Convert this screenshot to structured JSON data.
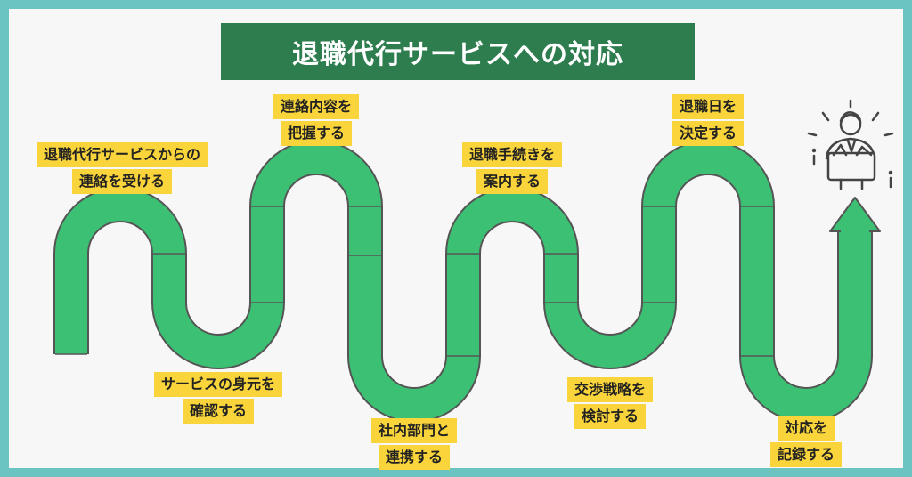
{
  "title": "退職代行サービスへの対応",
  "colors": {
    "border": "#6cc4c0",
    "background": "#f7f7f7",
    "title_bg": "#2e7d4f",
    "path_fill": "#3cc174",
    "path_stroke": "#555555",
    "label_bg": "#f9d43b"
  },
  "steps": [
    {
      "line1": "退職代行サービスからの",
      "line2": "連絡を受ける"
    },
    {
      "line1": "サービスの身元を",
      "line2": "確認する"
    },
    {
      "line1": "連絡内容を",
      "line2": "把握する"
    },
    {
      "line1": "社内部門と",
      "line2": "連携する"
    },
    {
      "line1": "退職手続きを",
      "line2": "案内する"
    },
    {
      "line1": "交渉戦略を",
      "line2": "検討する"
    },
    {
      "line1": "退職日を",
      "line2": "決定する"
    },
    {
      "line1": "対応を",
      "line2": "記録する"
    }
  ],
  "icons": [
    "manager-with-box-icon",
    "arrow-up-icon"
  ]
}
